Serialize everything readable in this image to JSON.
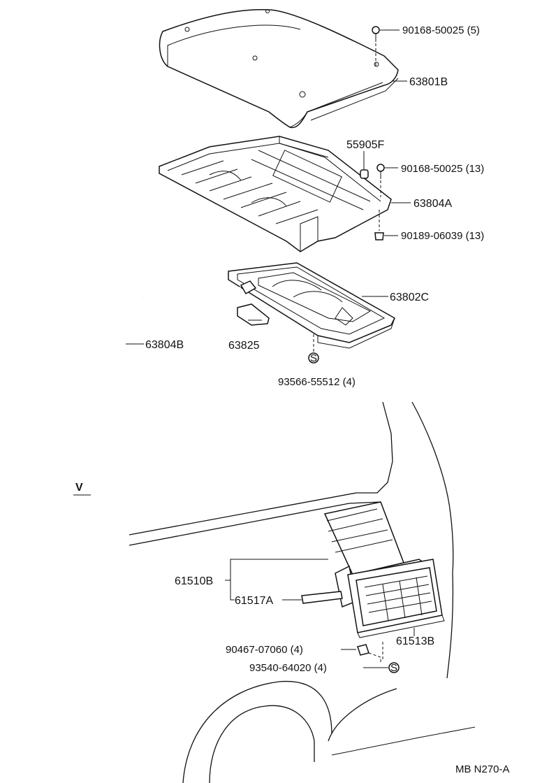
{
  "labels": {
    "p90168_5": "90168-50025 (5)",
    "p63801B": "63801B",
    "p55905F": "55905F",
    "p90168_13": "90168-50025 (13)",
    "p63804A": "63804A",
    "p90189": "90189-06039 (13)",
    "p63802C": "63802C",
    "p63804B": "63804B",
    "p63825": "63825",
    "p93566": "93566-55512 (4)",
    "view": "V",
    "p61510B": "61510B",
    "p61517A": "61517A",
    "p61513B": "61513B",
    "p90467": "90467-07060 (4)",
    "p93540": "93540-64020 (4)",
    "diagram_code": "MB N270-A"
  },
  "symbols": {
    "standard_mark": "S"
  },
  "colors": {
    "ink": "#111111",
    "paper": "#ffffff"
  }
}
